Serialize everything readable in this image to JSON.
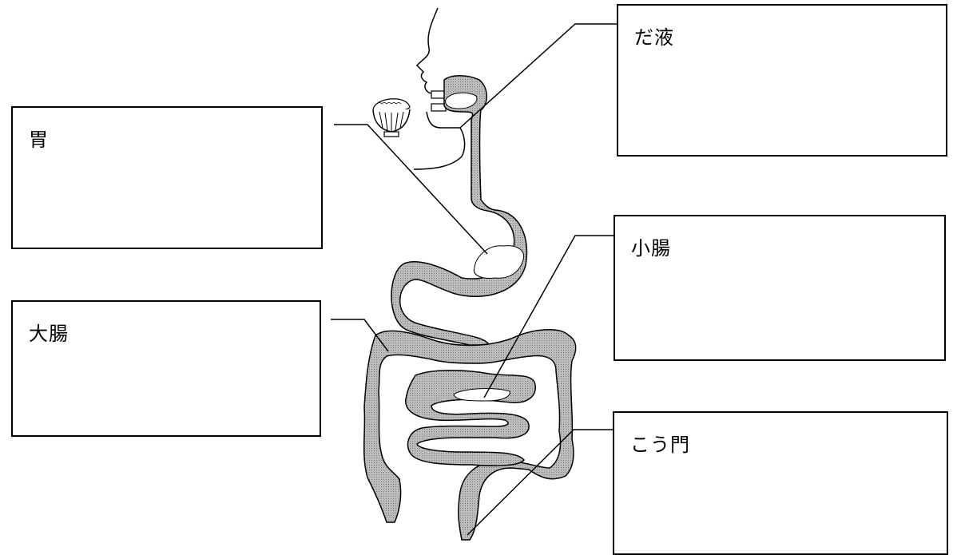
{
  "labels": {
    "stomach": "胃",
    "saliva": "だ液",
    "small_intestine": "小腸",
    "large_intestine": "大腸",
    "anus": "こう門"
  },
  "colors": {
    "organ_fill": "#aaaaaa",
    "food_fill": "#ffffff",
    "line": "#000000"
  }
}
